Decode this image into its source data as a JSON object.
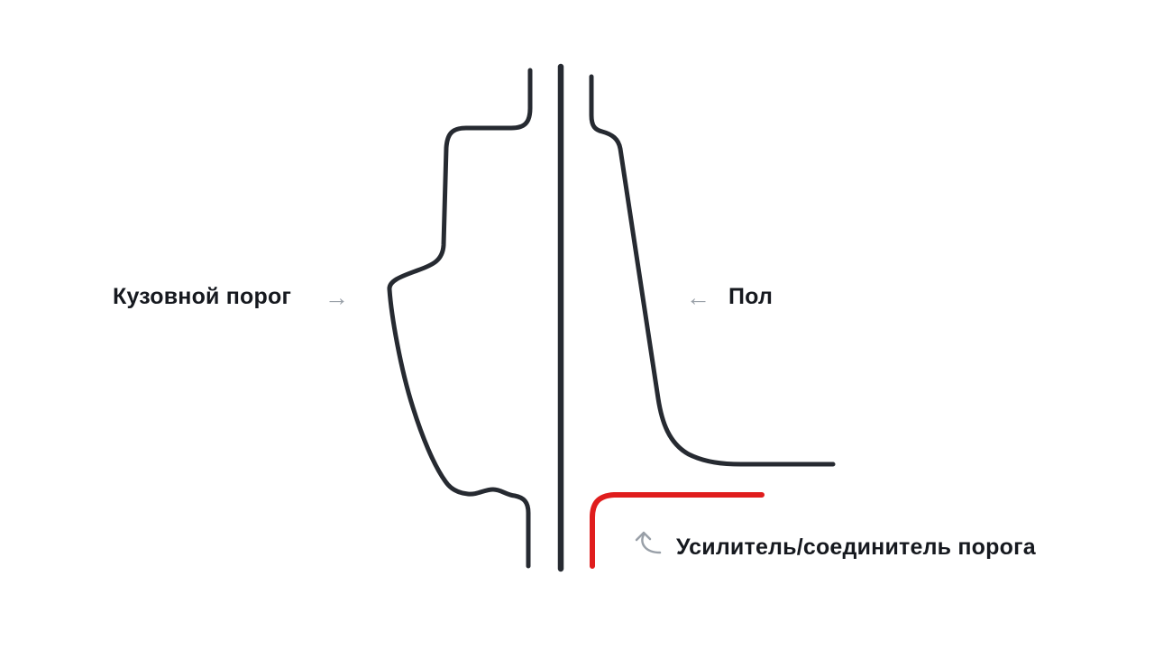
{
  "diagram": {
    "labels": {
      "sill": "Кузовной порог",
      "floor": "Пол",
      "reinforcement": "Усилитель/соединитель порога"
    },
    "arrows": {
      "right": "→",
      "left": "←"
    },
    "colors": {
      "line": "#262a31",
      "accent": "#e01d1d",
      "arrow": "#99a0a8",
      "text": "#16191f",
      "background": "#ffffff"
    }
  }
}
